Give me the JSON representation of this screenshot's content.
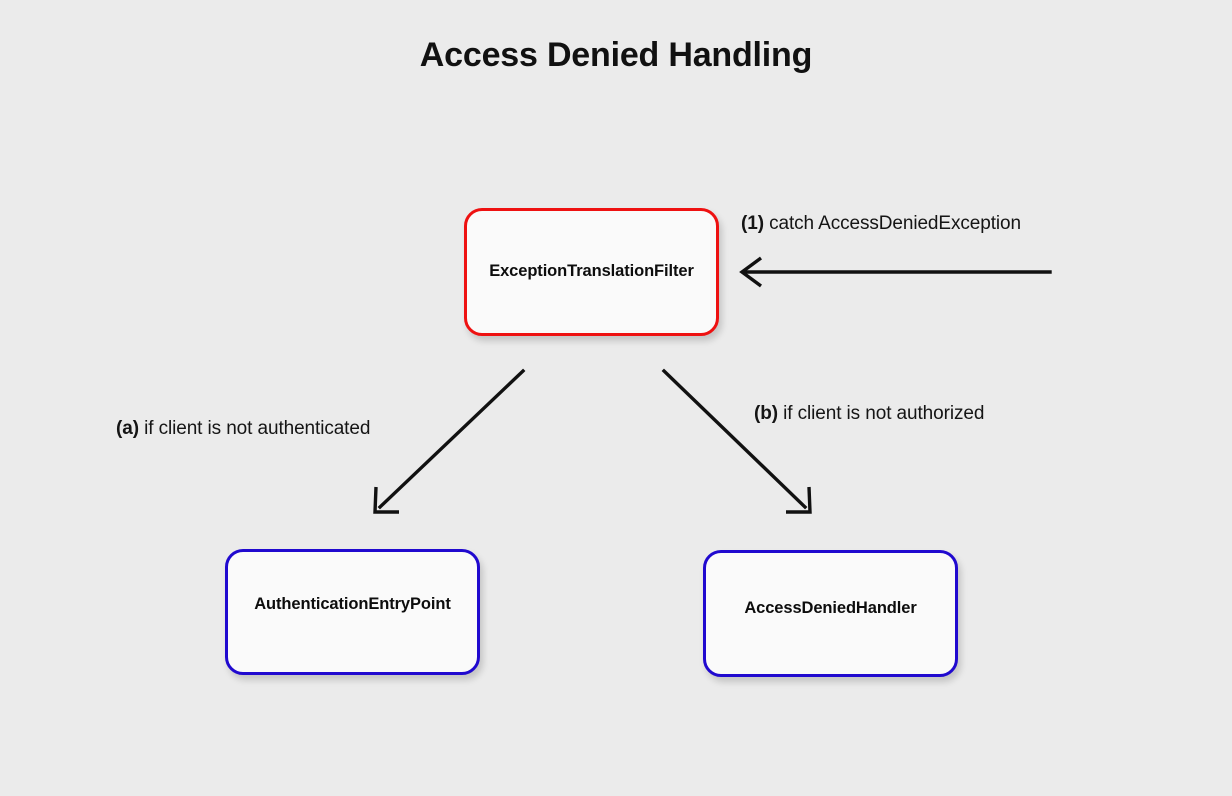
{
  "diagram": {
    "title": "Access Denied Handling",
    "background_color": "#ebebeb",
    "nodes": [
      {
        "id": "exception-translation-filter",
        "label": "ExceptionTranslationFilter",
        "border_color": "#ee1111",
        "fill_color": "#fafafa"
      },
      {
        "id": "authentication-entry-point",
        "label": "AuthenticationEntryPoint",
        "border_color": "#2009cf",
        "fill_color": "#fafafa"
      },
      {
        "id": "access-denied-handler",
        "label": "AccessDeniedHandler",
        "border_color": "#2009cf",
        "fill_color": "#fafafa"
      }
    ],
    "edges": [
      {
        "id": "catch-exception",
        "tag": "(1)",
        "text": " catch AccessDeniedException",
        "direction": "right-to-left",
        "to": "exception-translation-filter"
      },
      {
        "id": "not-authenticated",
        "tag": "(a)",
        "text": " if client is not authenticated",
        "direction": "down-left",
        "from": "exception-translation-filter",
        "to": "authentication-entry-point"
      },
      {
        "id": "not-authorized",
        "tag": "(b)",
        "text": " if client is not authorized",
        "direction": "down-right",
        "from": "exception-translation-filter",
        "to": "access-denied-handler"
      }
    ],
    "edge_color": "#111111"
  }
}
